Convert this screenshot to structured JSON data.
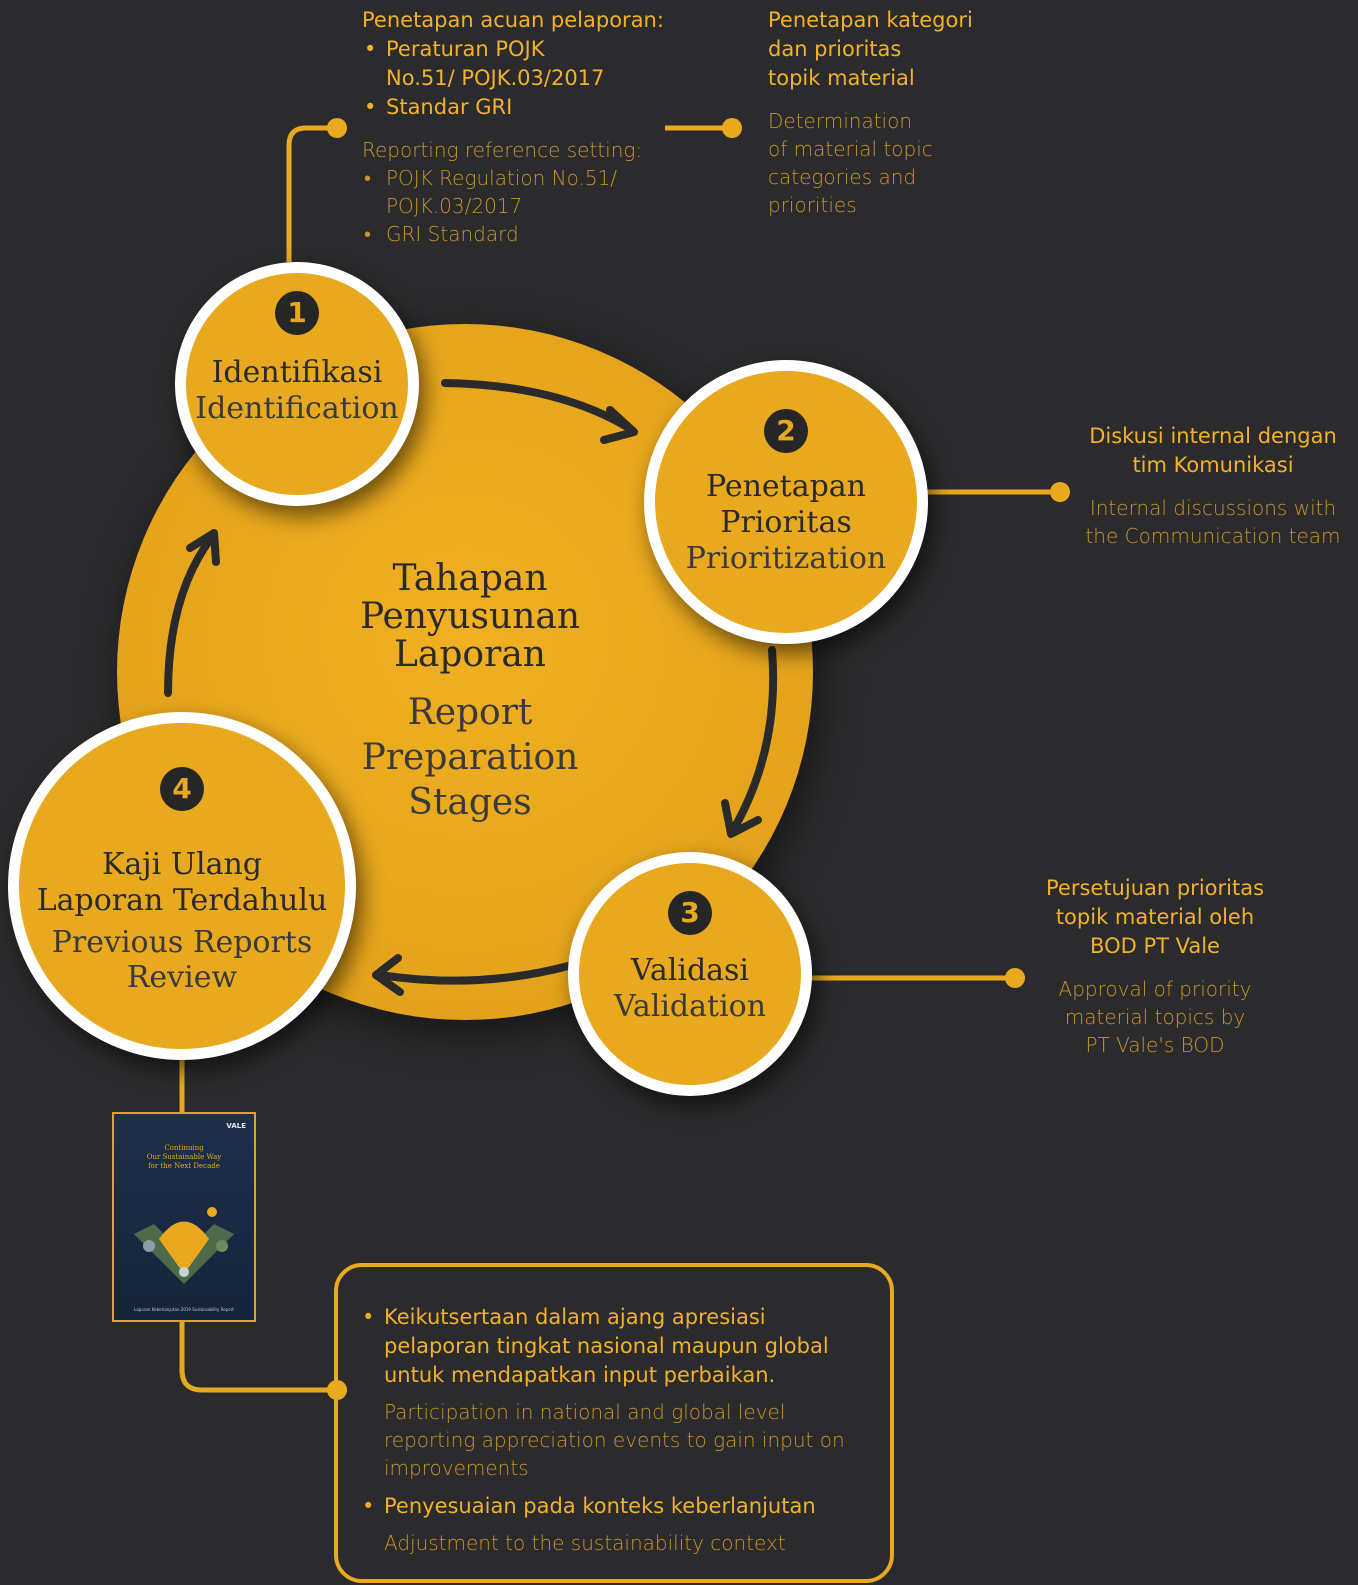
{
  "center": {
    "title_id": [
      "Tahapan",
      "Penyusunan",
      "Laporan"
    ],
    "title_en": [
      "Report",
      "Preparation",
      "Stages"
    ]
  },
  "stages": [
    {
      "number": "1",
      "name_id": "Identifikasi",
      "name_en": "Identification"
    },
    {
      "number": "2",
      "name_id_1": "Penetapan",
      "name_id_2": "Prioritas",
      "name_en": "Prioritization"
    },
    {
      "number": "3",
      "name_id": "Validasi",
      "name_en": "Validation"
    },
    {
      "number": "4",
      "name_id_1": "Kaji Ulang",
      "name_id_2": "Laporan Terdahulu",
      "name_en_1": "Previous Reports",
      "name_en_2": "Review"
    }
  ],
  "notes": {
    "reference": {
      "heading_id": "Penetapan acuan pelaporan:",
      "items_id": [
        "Peraturan POJK No.51/ POJK.03/2017",
        "Standar GRI"
      ],
      "heading_en": "Reporting reference setting:",
      "items_en": [
        "POJK Regulation No.51/ POJK.03/2017",
        "GRI Standard"
      ]
    },
    "category": {
      "lines_id": [
        "Penetapan kategori",
        "dan prioritas",
        "topik material"
      ],
      "lines_en": [
        "Determination",
        "of material topic",
        "categories and",
        "priorities"
      ]
    },
    "internal": {
      "lines_id": [
        "Diskusi internal dengan",
        "tim Komunikasi"
      ],
      "lines_en": [
        "Internal discussions with",
        "the Communication team"
      ]
    },
    "approval": {
      "lines_id": [
        "Persetujuan prioritas",
        "topik material oleh",
        "BOD PT Vale"
      ],
      "lines_en": [
        "Approval of priority",
        "material topics by",
        "PT Vale's BOD"
      ]
    },
    "review_box": {
      "item1_id": "Keikutsertaan dalam ajang apresiasi pelaporan tingkat nasional maupun global untuk mendapatkan input perbaikan.",
      "item1_en": "Participation in national and global level reporting appreciation events to gain input on improvements",
      "item2_id": "Penyesuaian pada konteks keberlanjutan",
      "item2_en": "Adjustment to the sustainability context"
    }
  },
  "report_cover": {
    "logo": "VALE",
    "title_lines": [
      "Continuing",
      "Our Sustainable Way",
      "for the Next Decade"
    ],
    "footer": "Laporan Keberlanjutan 2019 Sustainability Report"
  },
  "colors": {
    "accent": "#e8a91f",
    "background": "#2b2b2d",
    "ring": "#ffffff",
    "arrow": "#2a2a2a"
  }
}
